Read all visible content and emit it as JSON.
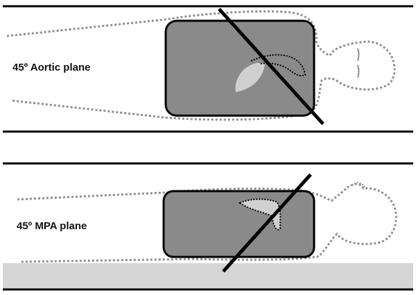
{
  "panels": [
    {
      "id": "aortic",
      "label": "45º Aortic plane"
    },
    {
      "id": "mpa",
      "label": "45º MPA plane"
    }
  ],
  "colors": {
    "line": "#000000",
    "body_block": "#8a8a8a",
    "heart": "#d0d0d0",
    "outline_dotted": "#8e8e8e",
    "table": "#d6d6d6"
  }
}
